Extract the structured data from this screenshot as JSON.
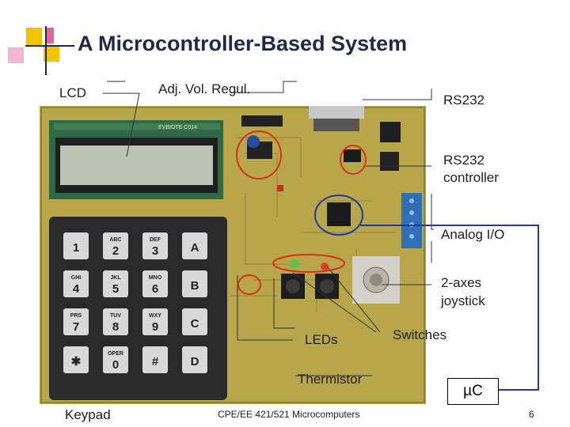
{
  "slide": {
    "title": "A Microcontroller-Based System",
    "footer": "CPE/EE 421/521 Microcomputers",
    "page_number": "6"
  },
  "labels": {
    "lcd": "LCD",
    "regulator": "Adj. Vol. Regul.",
    "rs232": "RS232",
    "rs232_controller_line1": "RS232",
    "rs232_controller_line2": "controller",
    "analog_io": "Analog I/O",
    "joystick_line1": "2-axes",
    "joystick_line2": "joystick",
    "leds": "LEDs",
    "switches": "Switches",
    "thermistor": "Thermistor",
    "microcontroller": "µC",
    "keypad": "Keypad"
  },
  "board": {
    "keypad_keys": [
      "1",
      "ABC\n2",
      "DEF\n3",
      "A",
      "GHI\n4",
      "JKL\n5",
      "MNO\n6",
      "B",
      "PRS\n7",
      "TUV\n8",
      "WXY\n9",
      "C",
      "✱",
      "OPER\n0",
      "#",
      "D"
    ],
    "pcb_silkscreen": "EVBIOTE C014"
  },
  "colors": {
    "pcb": "#b8a84a",
    "callout_red": "#d8301c",
    "callout_blue": "#1f3aa8",
    "accent_yellow": "#f2c400",
    "accent_pink": "#e8609a"
  }
}
